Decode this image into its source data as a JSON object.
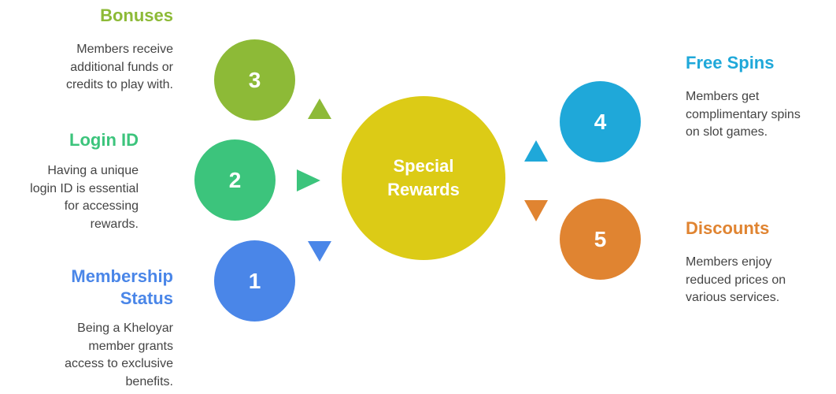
{
  "center": {
    "label_line1": "Special",
    "label_line2": "Rewards",
    "color": "#DCCB16"
  },
  "items": [
    {
      "number": "1",
      "title_line1": "Membership",
      "title_line2": "Status",
      "desc_lines": [
        "Being a Kheloyar",
        "member grants",
        "access to exclusive",
        "benefits."
      ],
      "color": "#4A86E8"
    },
    {
      "number": "2",
      "title_line1": "Login ID",
      "desc_lines": [
        "Having a unique",
        "login ID is essential",
        "for accessing",
        "rewards."
      ],
      "color": "#3CC47C"
    },
    {
      "number": "3",
      "title_line1": "Bonuses",
      "desc_lines": [
        "Members receive",
        "additional funds or",
        "credits to play with."
      ],
      "color": "#8DBA37"
    },
    {
      "number": "4",
      "title_line1": "Free Spins",
      "desc_lines": [
        "Members get",
        "complimentary spins",
        "on slot games."
      ],
      "color": "#1FA8D9"
    },
    {
      "number": "5",
      "title_line1": "Discounts",
      "desc_lines": [
        "Members enjoy",
        "reduced prices on",
        "various services."
      ],
      "color": "#E08431"
    }
  ]
}
